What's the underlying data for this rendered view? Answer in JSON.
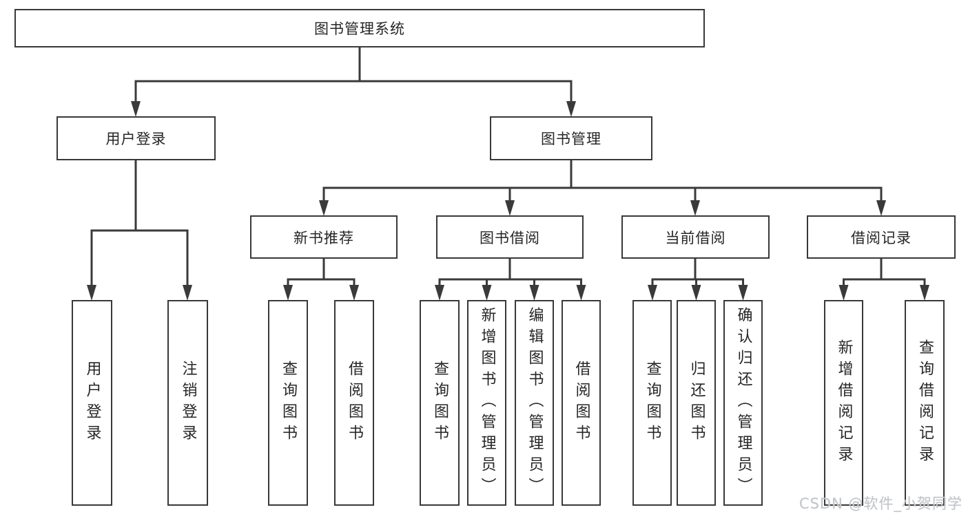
{
  "colors": {
    "background": "#ffffff",
    "line": "#3a3a3a",
    "box_border": "#383838",
    "text": "#262626",
    "watermark": "#c3c6c9"
  },
  "diagram": {
    "root": {
      "label": "图书管理系统"
    },
    "level2": [
      {
        "id": "user-login",
        "label": "用户登录"
      },
      {
        "id": "book-management",
        "label": "图书管理"
      }
    ],
    "level3": [
      {
        "id": "new-book-recommend",
        "label": "新书推荐"
      },
      {
        "id": "book-borrowing",
        "label": "图书借阅"
      },
      {
        "id": "current-borrowing",
        "label": "当前借阅"
      },
      {
        "id": "borrowing-records",
        "label": "借阅记录"
      }
    ],
    "leaves": {
      "user_login": [
        "用户登录",
        "注销登录"
      ],
      "new_book_recommend": [
        "查询图书",
        "借阅图书"
      ],
      "book_borrowing": [
        "查询图书",
        "新增图书（管理员）",
        "编辑图书（管理员）",
        "借阅图书"
      ],
      "current_borrowing": [
        "查询图书",
        "归还图书",
        "确认归还（管理员）"
      ],
      "borrowing_records": [
        "新增借阅记录",
        "查询借阅记录"
      ]
    }
  },
  "watermark": {
    "text": "CSDN @软件_小贺同学"
  }
}
